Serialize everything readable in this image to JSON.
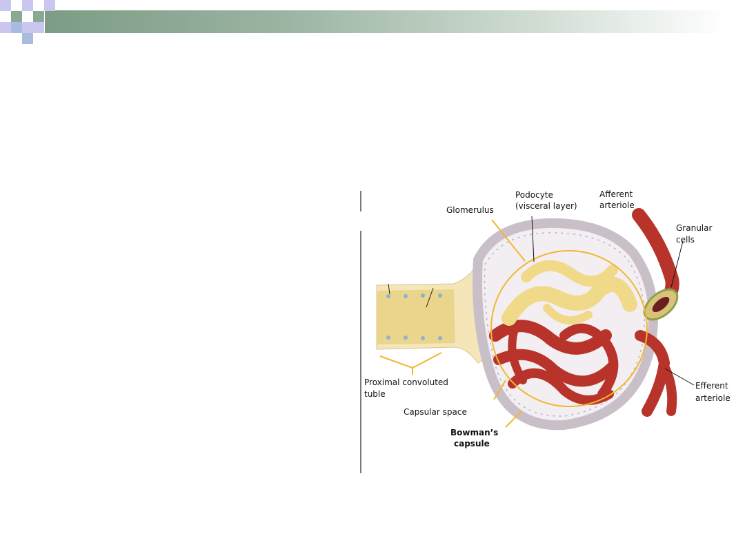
{
  "colors": {
    "title_band": "#7c9c85",
    "deco_lilac": "#c9c6ef",
    "deco_blue": "#a9bce0",
    "deco_green": "#8aa892",
    "leader_yellow": "#f2b632",
    "capillary_red": "#b8342b",
    "podocyte_yellow": "#f1d98a"
  },
  "labels": {
    "podocyte_line1": "Podocyte",
    "podocyte_line2": "(visceral layer)",
    "afferent_line1": "Afferent",
    "afferent_line2": "arteriole",
    "glomerulus": "Glomerulus",
    "granular_line1": "Granular",
    "granular_line2": "cells",
    "efferent_line1": "Efferent",
    "efferent_line2": "arteriole",
    "pct_line1": "Proximal convoluted",
    "pct_line2": "tuble",
    "capsular_space": "Capsular space",
    "bowman_line1": "Bowman’s",
    "bowman_line2": "capsule"
  }
}
